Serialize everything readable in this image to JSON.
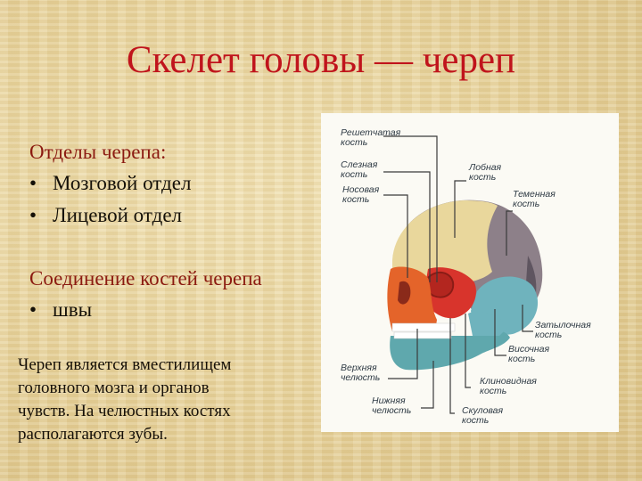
{
  "slide": {
    "title": "Скелет головы — череп",
    "sections": [
      {
        "heading": "Отделы черепа:",
        "bullets": [
          "Мозговой отдел",
          "Лицевой отдел"
        ]
      },
      {
        "heading": "Соединение костей черепа",
        "bullets": [
          "швы"
        ]
      }
    ],
    "bullet_glyph": "•",
    "paragraph_lines": [
      "Череп является вместилищем",
      "головного мозга и органов",
      "чувств. На челюстных костях",
      "располагаются зубы."
    ]
  },
  "figure": {
    "type": "skull-diagram",
    "labels": {
      "ethmoid": [
        "Решетчатая",
        "кость"
      ],
      "lacrimal": [
        "Слезная",
        "кость"
      ],
      "nasal": [
        "Носовая",
        "кость"
      ],
      "frontal": [
        "Лобная",
        "кость"
      ],
      "parietal": [
        "Теменная",
        "кость"
      ],
      "occipital": [
        "Затылочная",
        "кость"
      ],
      "temporal": [
        "Височная",
        "кость"
      ],
      "maxilla": [
        "Верхняя",
        "челюсть"
      ],
      "sphenoid": [
        "Клиновидная",
        "кость"
      ],
      "mandible": [
        "Нижняя",
        "челюсть"
      ],
      "zygomatic": [
        "Скуловая",
        "кость"
      ]
    },
    "colors": {
      "frontal": "#e9d79c",
      "parietal": "#8d8089",
      "temporal": "#6fb3bd",
      "mandible": "#5fa8ad",
      "maxilla": "#e4642a",
      "zygomatic": "#d8342c",
      "occipital": "#5f5560",
      "teeth": "#ffffff",
      "leader_line": "#3a3a3a"
    }
  },
  "theme": {
    "title_color": "#c0141c",
    "heading_color": "#8b1a10",
    "text_color": "#141008"
  }
}
